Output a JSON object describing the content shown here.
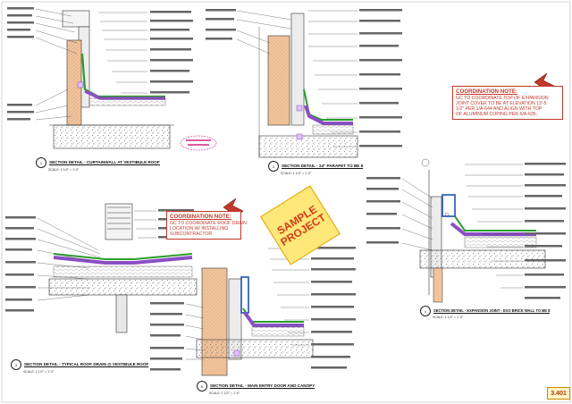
{
  "sheet": {
    "number": "3.401",
    "stamp_text": "SAMPLE PROJECT"
  },
  "coordination_notes": [
    {
      "heading": "COORDINATION NOTE:",
      "lines": [
        "GC TO COORDINATE TOP OF EXPANSION",
        "JOINT COVER TO BE AT ELEVATION 13'-5",
        "1/2\" PER 1/A-644 AND ALIGN WITH TOP",
        "OF ALUMINUM COPING PER 6/A-635."
      ]
    },
    {
      "heading": "COORDINATION NOTE:",
      "lines": [
        "GC TO COORDINATE ROOF DRAIN",
        "LOCATION W/ INSTALLING",
        "SUBCONTRACTOR"
      ]
    }
  ],
  "detail_titles": [
    {
      "num": "1",
      "title": "SECTION DETAIL - CURTAINWALL AT VESTIBULE ROOF"
    },
    {
      "num": "2",
      "title": "SECTION DETAIL - 24\" PARAPET TO BE 8"
    },
    {
      "num": "3",
      "title": "SECTION DETAIL - TYPICAL ROOF DRAIN @ VESTIBULE ROOF"
    },
    {
      "num": "4",
      "title": "SECTION DETAIL - EXPANSION JOINT - EXO BRICK WALL TO BE 8"
    },
    {
      "num": "5",
      "title": "SECTION DETAIL - MAIN ENTRY DOOR AND CANOPY"
    }
  ],
  "scale_note": "SCALE: 1 1/2\" = 1'-0\"",
  "colors": {
    "membrane": "#8a4fc4",
    "flashing": "#2a9d2a",
    "blocking": "#f3c39a",
    "note_red": "#c0392b",
    "stamp_yellow": "#ffe87a"
  }
}
